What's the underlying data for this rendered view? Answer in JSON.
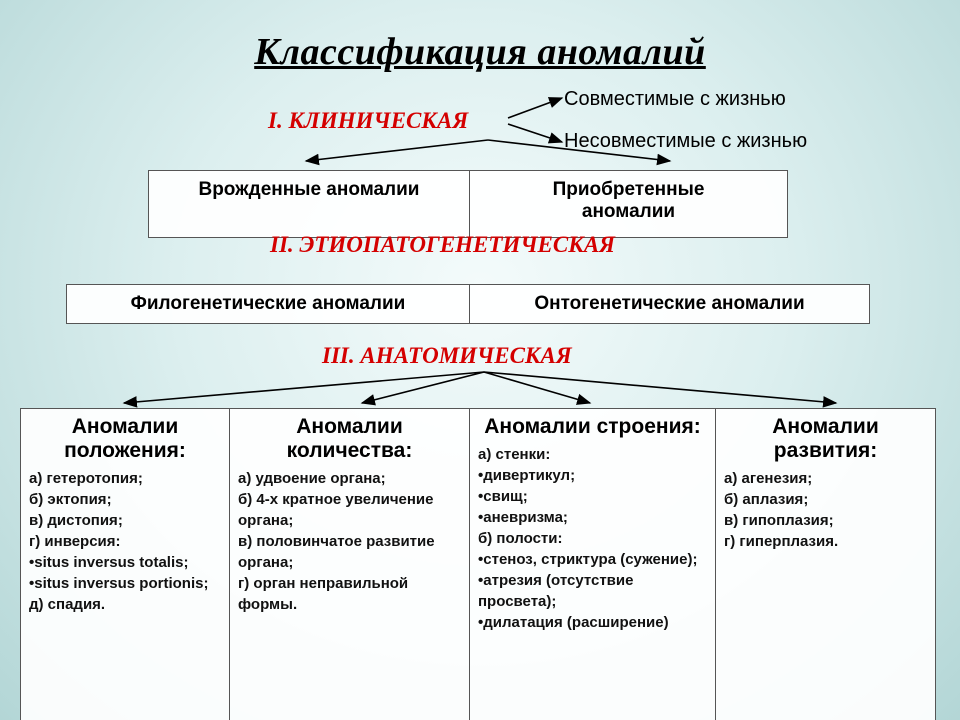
{
  "title": "Классификация аномалий",
  "clinical": {
    "label": "I. КЛИНИЧЕСКАЯ",
    "branches": [
      "Совместимые с жизнью",
      "Несовместимые с жизнью"
    ],
    "boxes": [
      "Врожденные аномалии",
      "Приобретенные аномалии"
    ]
  },
  "etiopathogenetic": {
    "label": "II. ЭТИОПАТОГЕНЕТИЧЕСКАЯ",
    "boxes": [
      "Филогенетические аномалии",
      "Онтогенетические аномалии"
    ]
  },
  "anatomical": {
    "label": "III. АНАТОМИЧЕСКАЯ",
    "columns": [
      {
        "heading": "Аномалии положения:",
        "items": [
          "а) гетеротопия;",
          "б) эктопия;",
          "в) дистопия;",
          "г) инверсия:",
          "•situs inversus totalis;",
          "•situs inversus portionis;",
          "д) спадия."
        ]
      },
      {
        "heading": "Аномалии количества:",
        "items": [
          "а) удвоение органа;",
          "б) 4-х кратное увеличение органа;",
          "в) половинчатое развитие органа;",
          "г) орган неправильной формы."
        ]
      },
      {
        "heading": "Аномалии строения:",
        "items": [
          "а) стенки:",
          "•дивертикул;",
          "•свищ;",
          "•аневризма;",
          "б) полости:",
          "•стеноз, стриктура (сужение);",
          "•атрезия (отсутствие просвета);",
          "•дилатация (расширение)"
        ]
      },
      {
        "heading": "Аномалии развития:",
        "items": [
          "а) агенезия;",
          "б) аплазия;",
          "в) гипоплазия;",
          "г) гиперплазия."
        ]
      }
    ]
  }
}
